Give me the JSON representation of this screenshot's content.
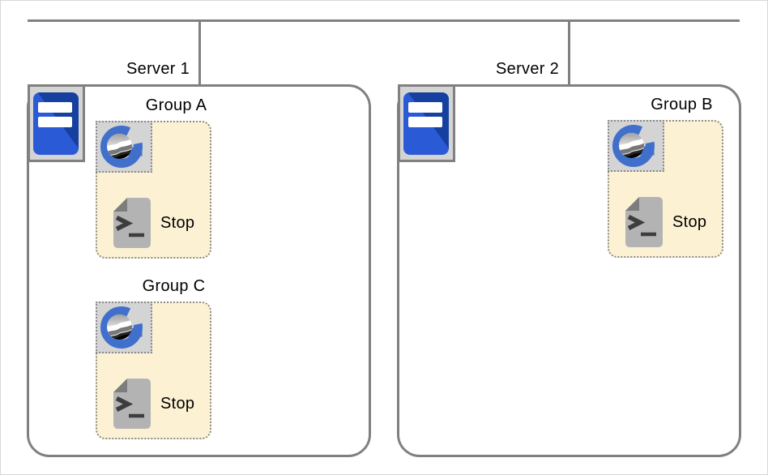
{
  "servers": [
    {
      "label": "Server 1",
      "groups": [
        {
          "label": "Group A",
          "action_label": "Stop"
        },
        {
          "label": "Group C",
          "action_label": "Stop"
        }
      ]
    },
    {
      "label": "Server 2",
      "groups": [
        {
          "label": "Group B",
          "action_label": "Stop"
        }
      ]
    }
  ],
  "icons": {
    "server": "server-tower-icon",
    "group_logo": "goldengate-g-icon",
    "action": "shell-script-icon"
  },
  "colors": {
    "connector_gray": "#808080",
    "box_border_gray": "#808080",
    "dotted_border_gray": "#8C8C8C",
    "group_fill_cream": "#FCF2D3",
    "icon_bg_gray": "#D4D4D4",
    "logo_blue": "#4170CC",
    "server_blue_light": "#2A5AD6",
    "server_blue_dark": "#16409F",
    "script_page_gray": "#B3B3B3",
    "script_fold_gray": "#7D7D7D",
    "script_glyph_dark": "#3D3D3D",
    "text_black": "#000000"
  }
}
